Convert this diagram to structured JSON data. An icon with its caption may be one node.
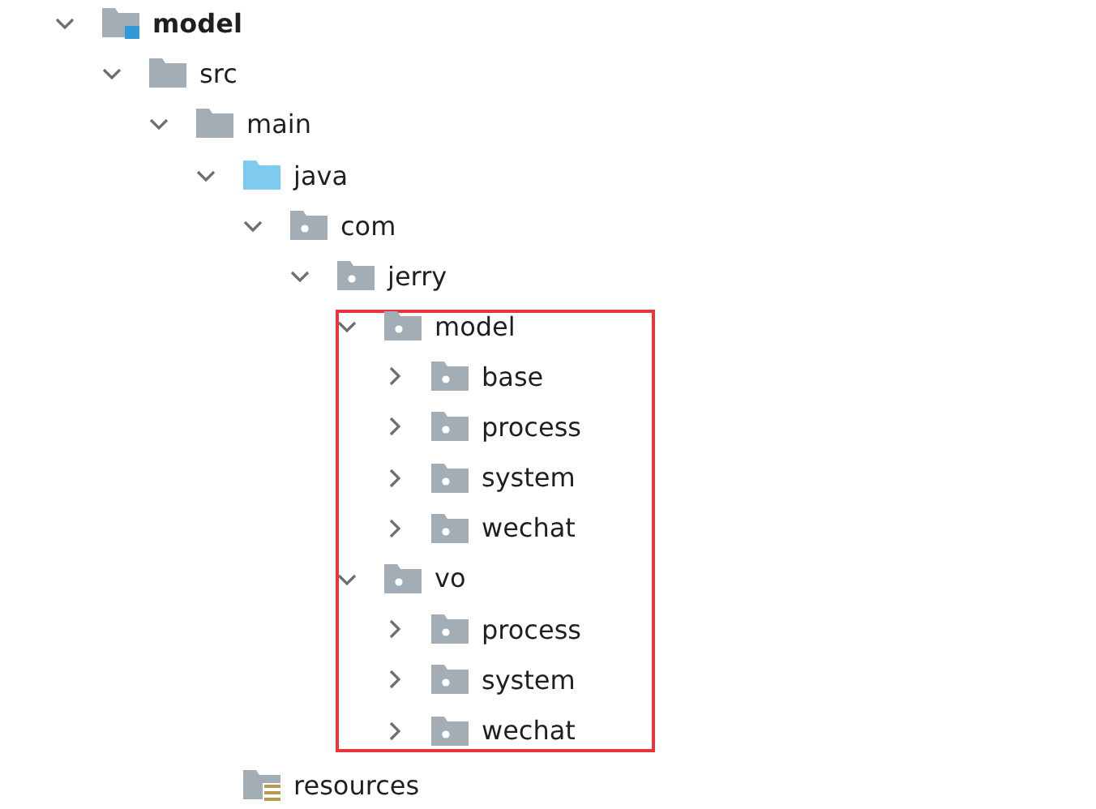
{
  "diagram": {
    "nodes": [
      {
        "text": [
          "model"
        ]
      },
      {
        "text": [
          "src"
        ]
      },
      {
        "text": [
          "main"
        ]
      },
      {
        "text": [
          "java"
        ]
      },
      {
        "text": [
          "com"
        ]
      },
      {
        "text": [
          "jerry"
        ]
      },
      {
        "text": [],
        "shape": "box"
      },
      {
        "text": [
          "model"
        ],
        "in": 6
      },
      {
        "text": [
          "base"
        ],
        "in": 6
      },
      {
        "text": [
          "process"
        ],
        "in": 6
      },
      {
        "text": [
          "system"
        ],
        "in": 6
      },
      {
        "text": [
          "wechat"
        ],
        "in": 6
      },
      {
        "text": [
          "vo"
        ],
        "in": 6
      },
      {
        "text": [
          "process"
        ],
        "in": 6
      },
      {
        "text": [
          "system"
        ],
        "in": 6
      },
      {
        "text": [
          "wechat"
        ],
        "in": 6
      },
      {
        "text": [
          "resources"
        ]
      }
    ]
  }
}
